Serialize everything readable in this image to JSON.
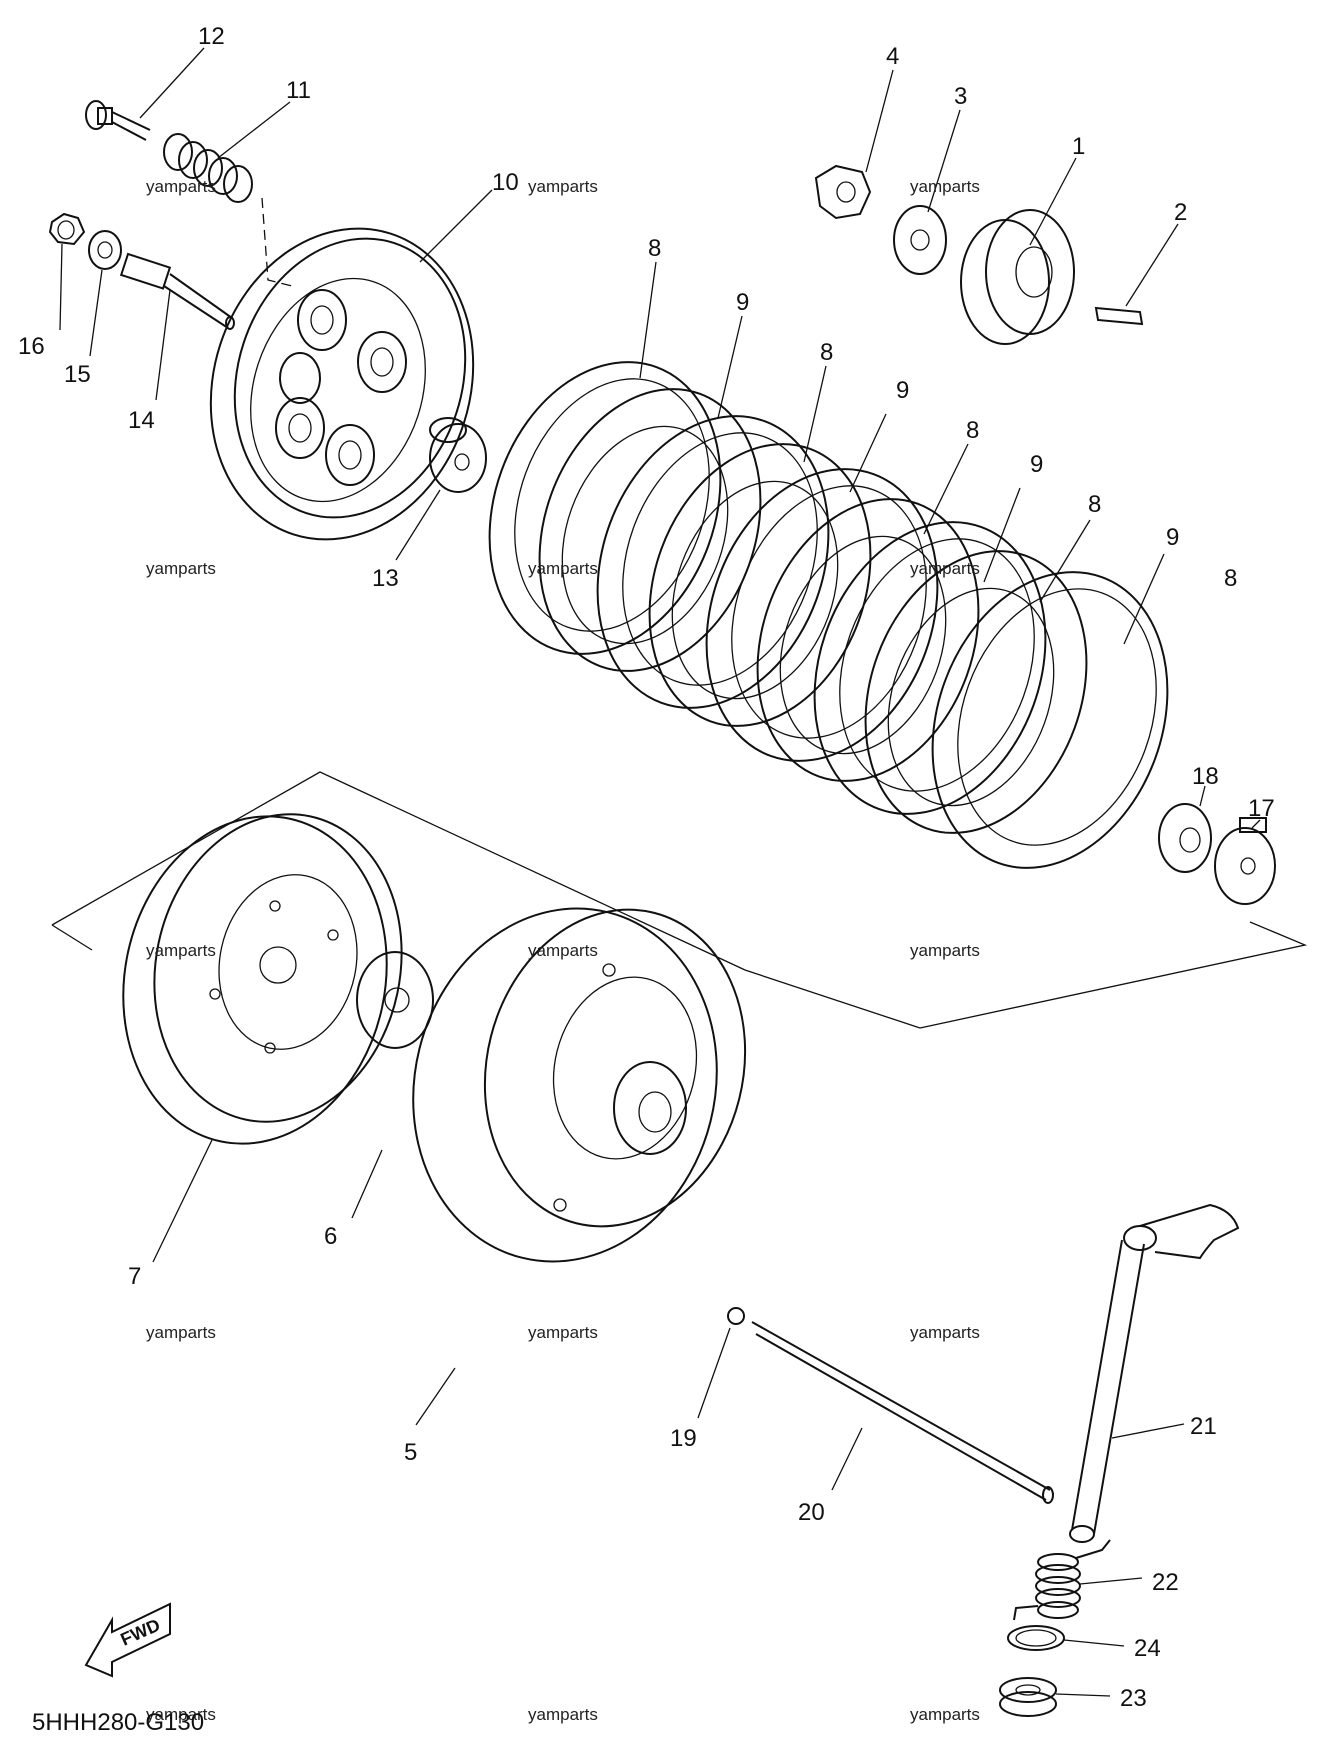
{
  "diagram_code": "5HHH280-G130",
  "fwd_label": "FWD",
  "watermark": "yamparts",
  "callouts": [
    "1",
    "2",
    "3",
    "4",
    "5",
    "6",
    "7",
    "8",
    "8",
    "8",
    "8",
    "8",
    "9",
    "9",
    "9",
    "9",
    "10",
    "11",
    "12",
    "13",
    "14",
    "15",
    "16",
    "17",
    "18",
    "19",
    "20",
    "21",
    "22",
    "23",
    "24"
  ]
}
